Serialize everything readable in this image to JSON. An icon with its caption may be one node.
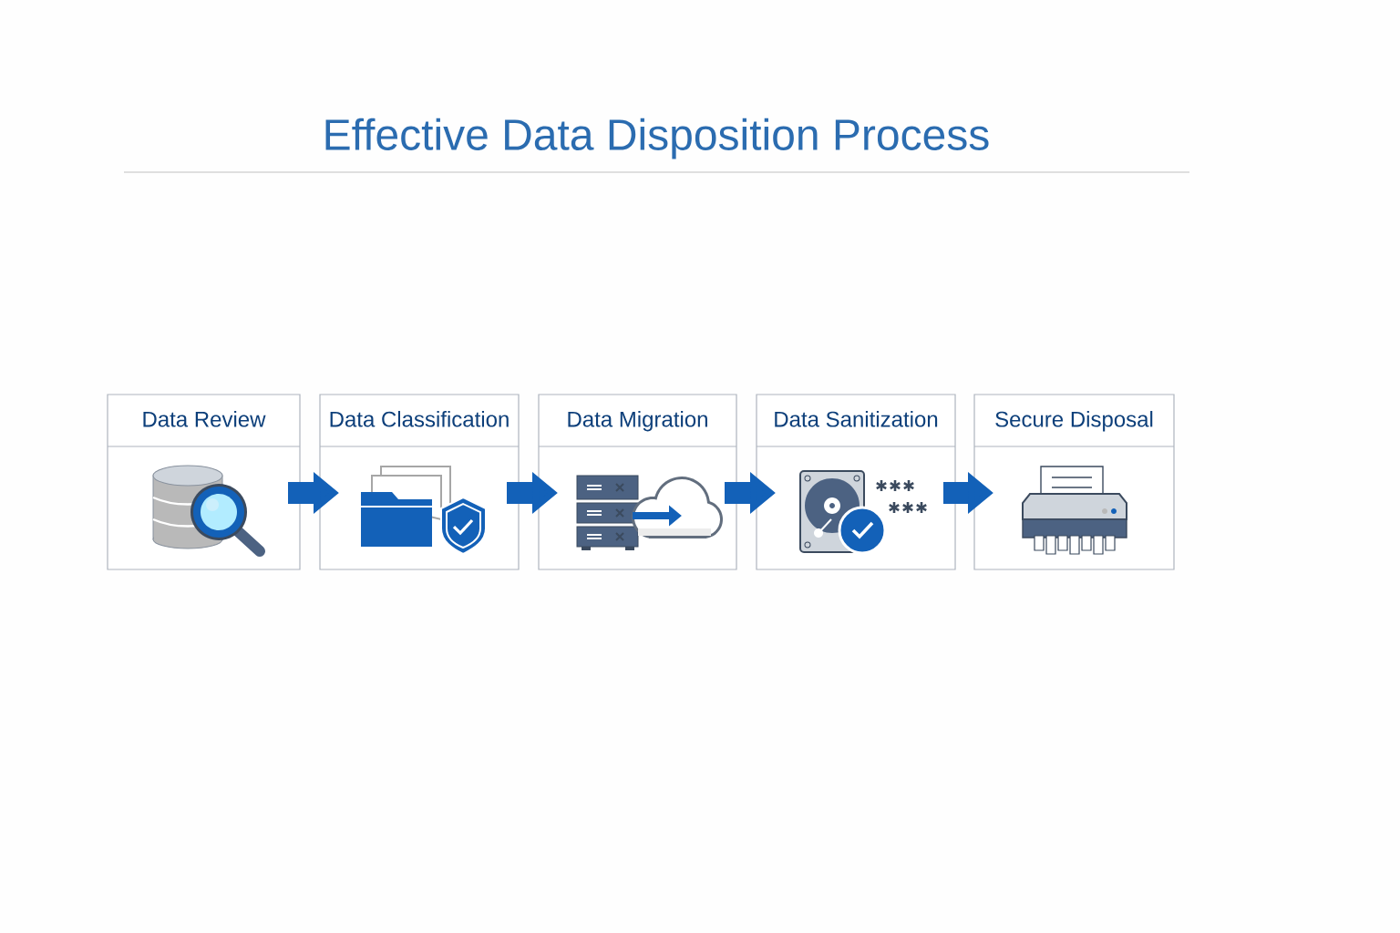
{
  "diagram": {
    "title": "Effective Data Disposition Process",
    "nodes": [
      {
        "text": [
          "Data Review"
        ]
      },
      {
        "text": [
          "Data Classification"
        ]
      },
      {
        "text": [
          "Data Migration"
        ]
      },
      {
        "text": [
          "Data Sanitization"
        ]
      },
      {
        "text": [
          "Secure Disposal"
        ]
      }
    ],
    "edges": [
      {
        "from": 0,
        "to": 1,
        "arrow": "to"
      },
      {
        "from": 1,
        "to": 2,
        "arrow": "to"
      },
      {
        "from": 2,
        "to": 3,
        "arrow": "to"
      },
      {
        "from": 3,
        "to": 4,
        "arrow": "to"
      }
    ]
  }
}
